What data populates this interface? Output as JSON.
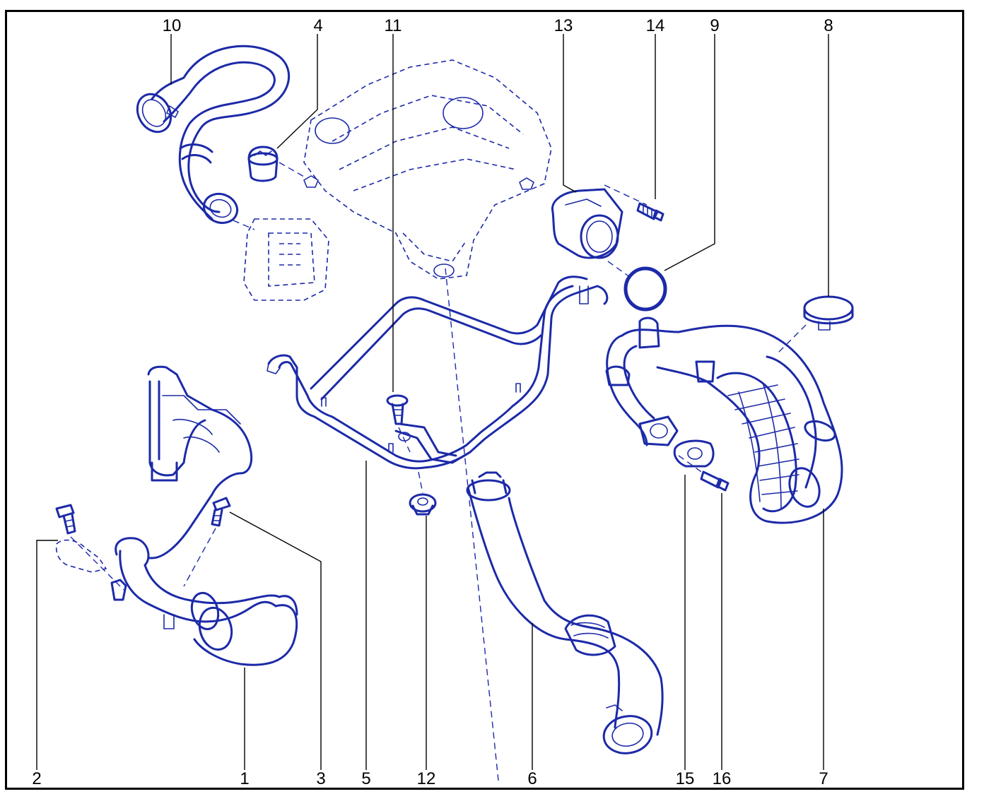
{
  "diagram": {
    "colors": {
      "line_art": "#1c2aa8",
      "callouts": "#000000",
      "background": "#ffffff"
    },
    "callouts_top": [
      "10",
      "4",
      "11",
      "13",
      "14",
      "9",
      "8"
    ],
    "callouts_bottom": [
      "2",
      "1",
      "3",
      "5",
      "12",
      "6",
      "15",
      "16",
      "7"
    ]
  }
}
